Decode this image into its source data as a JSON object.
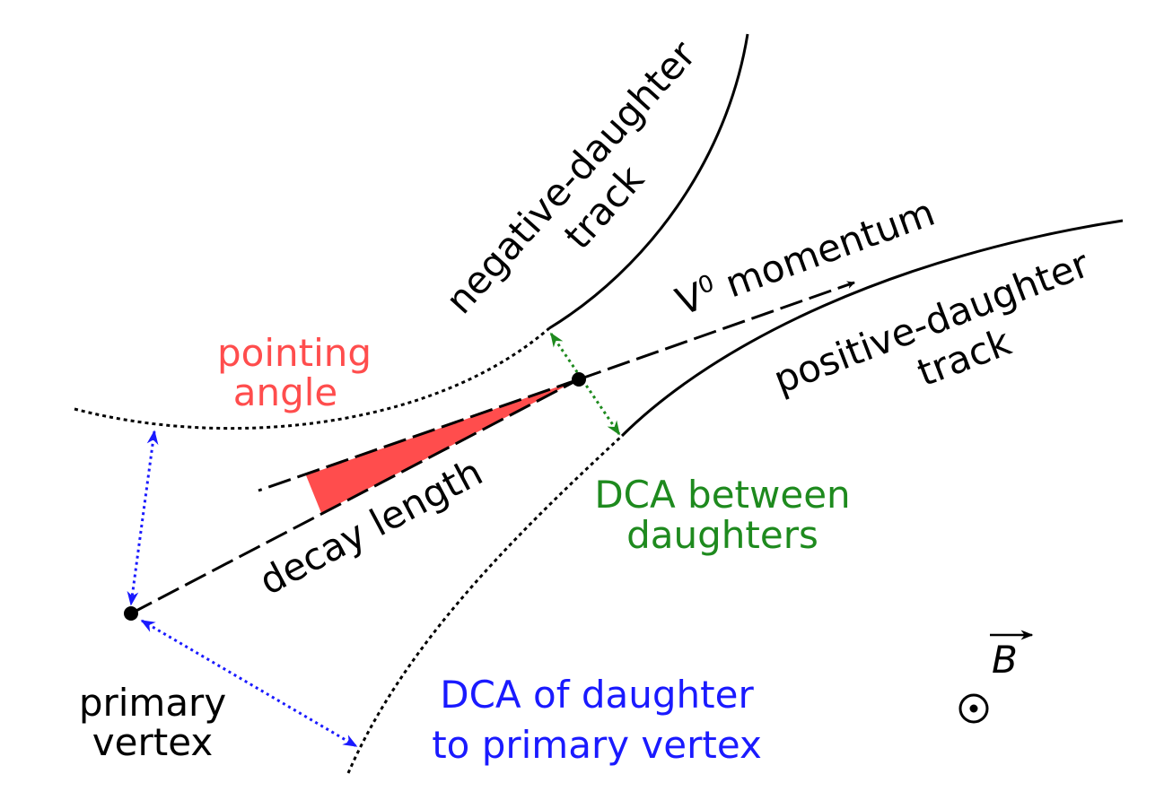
{
  "colors": {
    "track": "#000000",
    "pointing_angle": "#ff4d4d",
    "dca_between": "#1e8a1e",
    "dca_primary": "#1a1aff"
  },
  "labels": {
    "negative_track_line1": "negative-daughter",
    "negative_track_line2": "track",
    "positive_track_line1": "positive-daughter",
    "positive_track_line2": "track",
    "v0_symbol": "V",
    "v0_superscript": "0",
    "v0_word": " momentum",
    "pointing_angle_line1": "pointing",
    "pointing_angle_line2": "angle",
    "decay_length": "decay length",
    "dca_between_line1": "DCA between",
    "dca_between_line2": "daughters",
    "primary_vertex_line1": "primary",
    "primary_vertex_line2": "vertex",
    "dca_primary_line1": "DCA of daughter",
    "dca_primary_line2": "to primary vertex",
    "magnetic_field": "B"
  }
}
